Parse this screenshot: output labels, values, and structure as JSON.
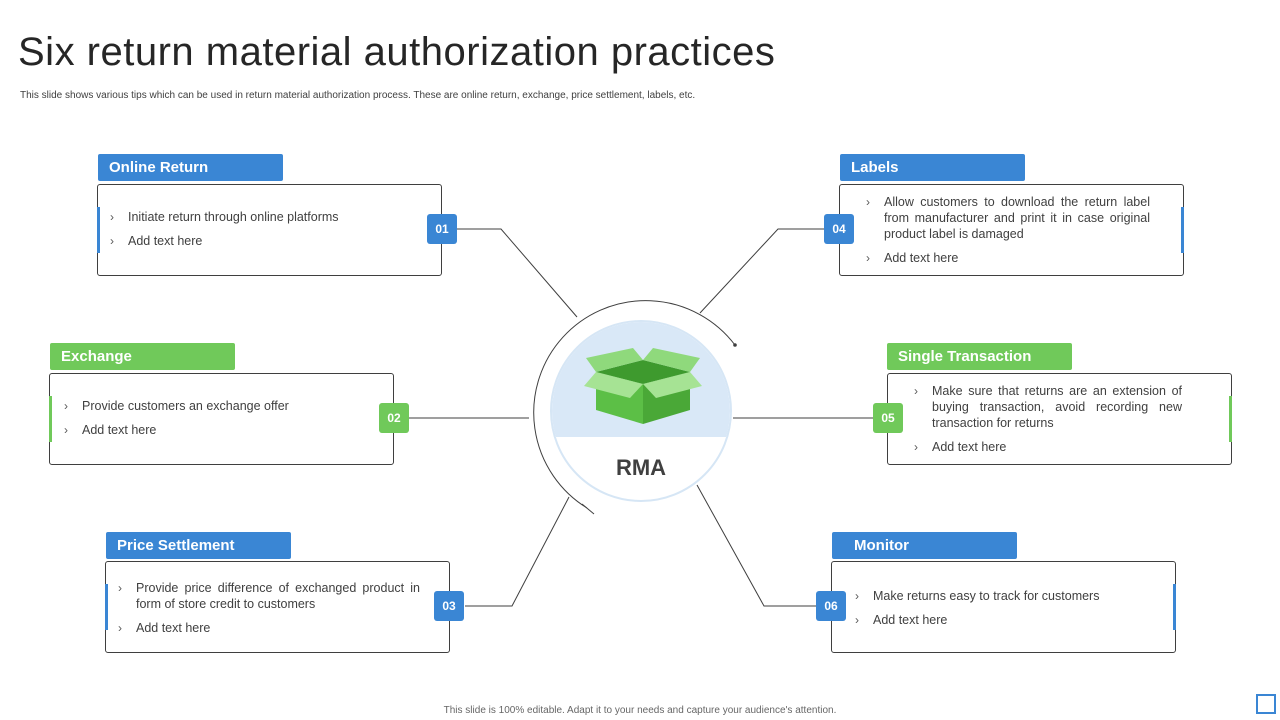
{
  "title": "Six return material authorization practices",
  "subtitle": "This slide shows various tips which can be used in return material authorization process. These are online return, exchange, price settlement, labels, etc.",
  "footer": "This slide is 100% editable. Adapt it to your needs and capture your audience's attention.",
  "center": {
    "label": "RMA",
    "icon": "box-icon"
  },
  "colors": {
    "blue": "#3a86d4",
    "green": "#70c95a",
    "dark": "#404040"
  },
  "practices": [
    {
      "num": "01",
      "title": "Online Return",
      "color": "blue",
      "points": [
        "Initiate return through online platforms",
        "Add text here"
      ]
    },
    {
      "num": "02",
      "title": "Exchange",
      "color": "green",
      "points": [
        "Provide customers an exchange offer",
        "Add text here"
      ]
    },
    {
      "num": "03",
      "title": "Price Settlement",
      "color": "blue",
      "points": [
        "Provide price difference of exchanged product in form of store credit to customers",
        "Add text here"
      ]
    },
    {
      "num": "04",
      "title": "Labels",
      "color": "blue",
      "points": [
        "Allow customers to download the return label from manufacturer and print it in case original product label is damaged",
        "Add text here"
      ]
    },
    {
      "num": "05",
      "title": "Single Transaction",
      "color": "green",
      "points": [
        "Make sure that returns are an extension of buying transaction, avoid recording new transaction for returns",
        "Add text here"
      ]
    },
    {
      "num": "06",
      "title": "Monitor",
      "color": "blue",
      "points": [
        "Make returns easy to track for customers",
        "Add text here"
      ]
    }
  ]
}
